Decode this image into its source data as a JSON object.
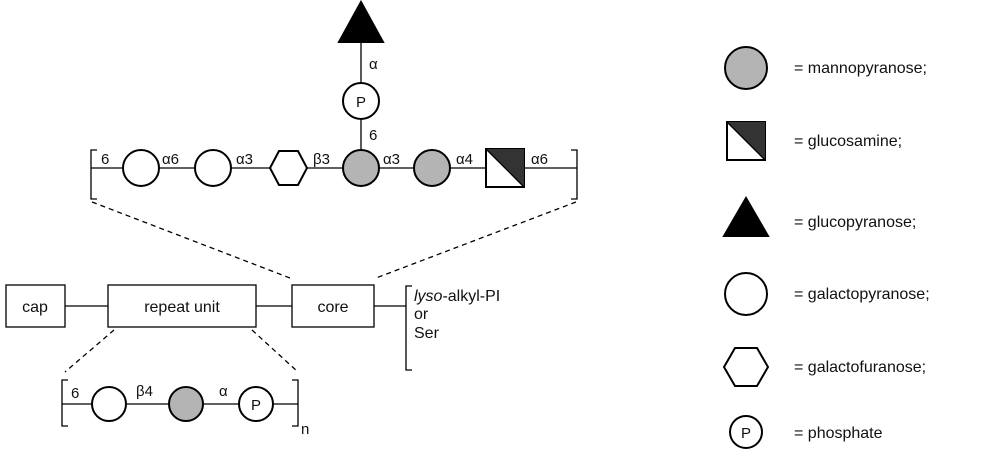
{
  "colors": {
    "mannose_fill": "#b4b4b4",
    "dark_fill": "#333333",
    "black": "#000000"
  },
  "top_chain": {
    "branch_alpha": "α",
    "phosphate": "P",
    "branch_position": "6",
    "links": [
      "6",
      "α6",
      "α3",
      "β3",
      "α3",
      "α4",
      "α6"
    ]
  },
  "middle": {
    "cap": "cap",
    "repeat_unit": "repeat unit",
    "core": "core",
    "anchor_italic": "lyso",
    "anchor_rest": "-alkyl-PI",
    "anchor_or": "or",
    "anchor_ser": "Ser"
  },
  "repeat_chain": {
    "links": [
      "6",
      "β4",
      "α"
    ],
    "phosphate": "P",
    "subscript": "n"
  },
  "legend": [
    {
      "icon": "mannopyranose-icon",
      "label": "= mannopyranose;"
    },
    {
      "icon": "glucosamine-icon",
      "label": "= glucosamine;"
    },
    {
      "icon": "glucopyranose-icon",
      "label": "= glucopyranose;"
    },
    {
      "icon": "galactopyranose-icon",
      "label": "= galactopyranose;"
    },
    {
      "icon": "galactofuranose-icon",
      "label": "= galactofuranose;"
    },
    {
      "icon": "phosphate-icon",
      "label": "= phosphate",
      "symbol": "P"
    }
  ]
}
